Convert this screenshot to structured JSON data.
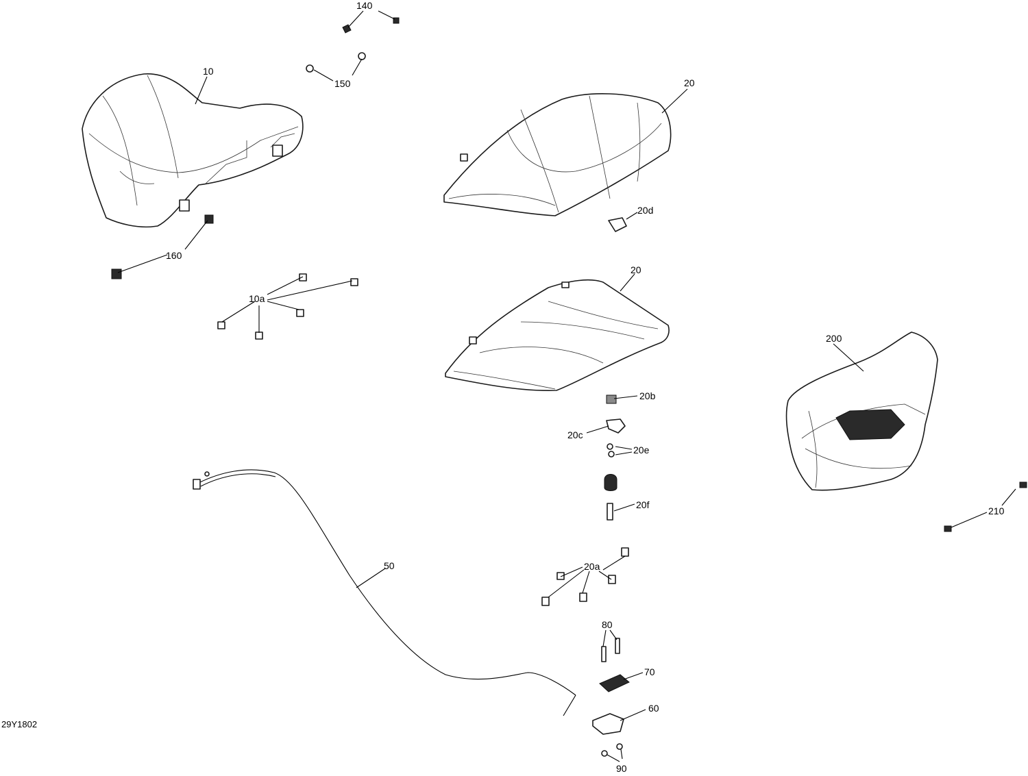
{
  "diagram": {
    "code": "29Y1802",
    "callouts": [
      "140",
      "150",
      "10",
      "20",
      "20d",
      "160",
      "10a",
      "20",
      "20b",
      "200",
      "20c",
      "20e",
      "20f",
      "210",
      "50",
      "20a",
      "80",
      "70",
      "60",
      "90"
    ]
  }
}
